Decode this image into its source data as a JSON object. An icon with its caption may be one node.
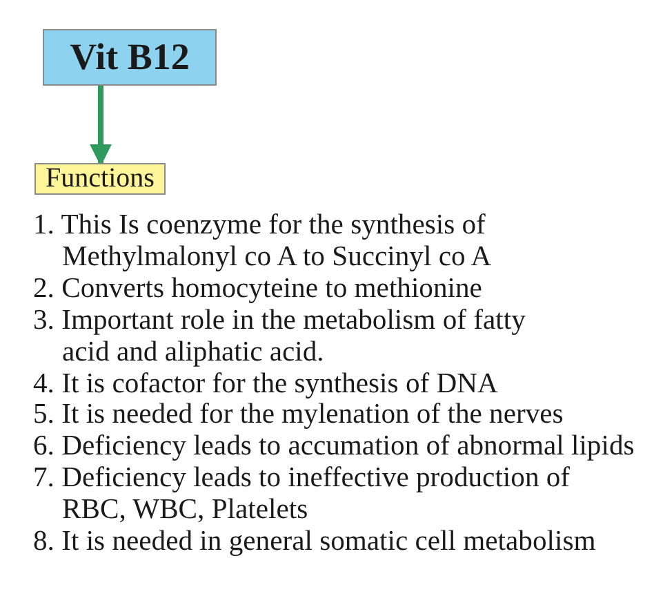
{
  "diagram": {
    "nodes": [
      {
        "text": [
          "Vit B12"
        ]
      },
      {
        "text": [
          "Functions"
        ]
      }
    ],
    "edges": [
      {
        "from": 0,
        "to": 1,
        "arrow": "to"
      }
    ],
    "labels": [
      "1. This Is coenzyme for the synthesis of Methylmalonyl co A to Succinyl co A",
      "2. Converts homocyteine to methionine",
      "3. Important role in the metabolism of fatty acid and aliphatic acid.",
      "4. It is cofactor for the synthesis of DNA",
      "5. It is needed for the mylenation of the nerves",
      "6. Deficiency leads to accumation of abnormal lipids",
      "7. Deficiency leads to ineffective production of RBC, WBC, Platelets",
      "8. It is needed in general somatic cell metabolism"
    ]
  }
}
